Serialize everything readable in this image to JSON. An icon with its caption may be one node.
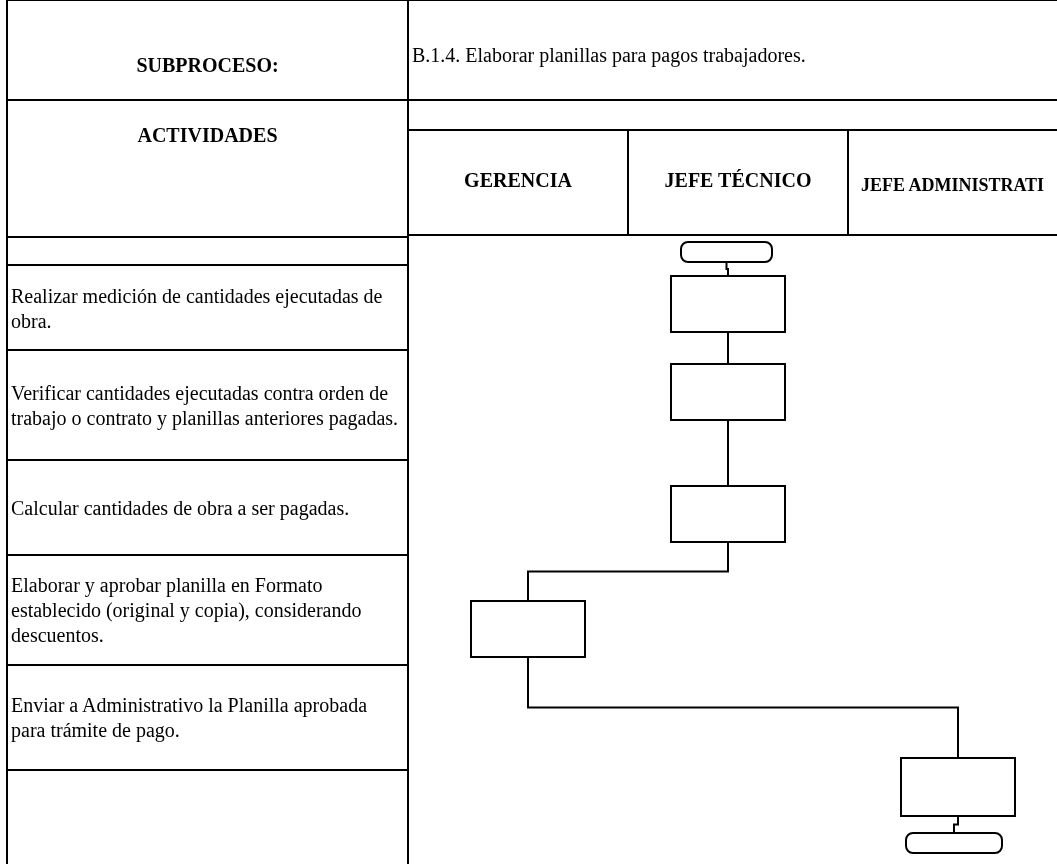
{
  "diagram": {
    "nodes": [
      {
        "text": [],
        "shape": "terminal"
      },
      {
        "text": [],
        "shape": "box"
      },
      {
        "text": [],
        "shape": "box"
      },
      {
        "text": [],
        "shape": "box"
      },
      {
        "text": [],
        "shape": "box"
      },
      {
        "text": [],
        "shape": "box"
      },
      {
        "text": [],
        "shape": "terminal"
      }
    ],
    "edges": [
      {
        "from": 0,
        "to": 1,
        "arrow": "none"
      },
      {
        "from": 1,
        "to": 2,
        "arrow": "none"
      },
      {
        "from": 2,
        "to": 3,
        "arrow": "none"
      },
      {
        "from": 3,
        "to": 4,
        "arrow": "none"
      },
      {
        "from": 4,
        "to": 5,
        "arrow": "none"
      },
      {
        "from": 5,
        "to": 6,
        "arrow": "none"
      }
    ],
    "labels": [
      "SUBPROCESO:",
      "B.1.4. Elaborar planillas para pagos trabajadores.",
      "ACTIVIDADES",
      "GERENCIA",
      "JEFE TÉCNICO",
      "JEFE ADMINISTRATI",
      "Realizar  medición de cantidades ejecutadas de obra.",
      "Verificar cantidades ejecutadas contra orden de trabajo o contrato  y planillas anteriores pagadas.",
      "Calcular cantidades de obra a ser pagadas.",
      "Elaborar y aprobar planilla en Formato establecido (original y copia), considerando descuentos.",
      "Enviar a Administrativo la  Planilla aprobada para trámite de pago."
    ]
  }
}
